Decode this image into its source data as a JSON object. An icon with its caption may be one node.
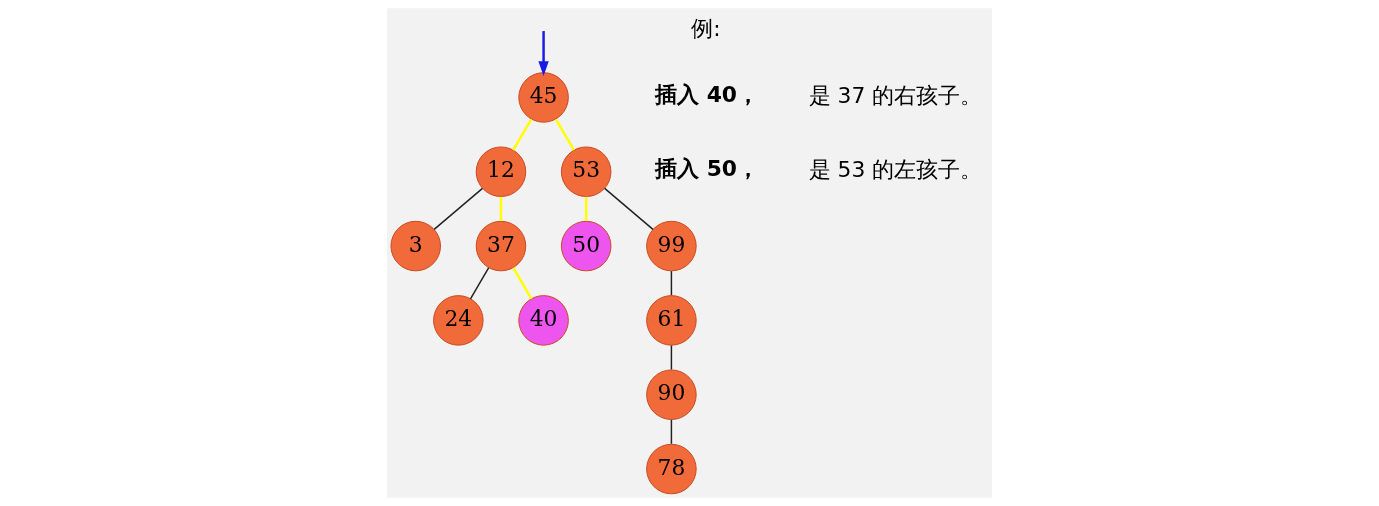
{
  "diagram": {
    "nodes": [
      {
        "text": [
          "45"
        ]
      },
      {
        "text": [
          "12"
        ]
      },
      {
        "text": [
          "53"
        ]
      },
      {
        "text": [
          "3"
        ]
      },
      {
        "text": [
          "37"
        ]
      },
      {
        "text": [
          "50"
        ]
      },
      {
        "text": [
          "99"
        ]
      },
      {
        "text": [
          "24"
        ]
      },
      {
        "text": [
          "40"
        ]
      },
      {
        "text": [
          "61"
        ]
      },
      {
        "text": [
          "90"
        ]
      },
      {
        "text": [
          "78"
        ]
      }
    ],
    "edges": [
      {
        "from": null,
        "to": 0,
        "arrow": "to",
        "color": "#1a1ae6"
      },
      {
        "from": 0,
        "to": 1,
        "arrow": "none",
        "color": "#ffff00"
      },
      {
        "from": 0,
        "to": 2,
        "arrow": "none",
        "color": "#ffff00"
      },
      {
        "from": 1,
        "to": 3,
        "arrow": "none"
      },
      {
        "from": 1,
        "to": 4,
        "arrow": "none",
        "color": "#ffff00"
      },
      {
        "from": 2,
        "to": 5,
        "arrow": "none",
        "color": "#ffff00"
      },
      {
        "from": 2,
        "to": 6,
        "arrow": "none"
      },
      {
        "from": 4,
        "to": 7,
        "arrow": "none"
      },
      {
        "from": 4,
        "to": 8,
        "arrow": "none",
        "color": "#ffff00"
      },
      {
        "from": 6,
        "to": 9,
        "arrow": "none"
      },
      {
        "from": 9,
        "to": 10,
        "arrow": "none"
      },
      {
        "from": 10,
        "to": 11,
        "arrow": "none"
      }
    ],
    "labels": [
      "例:",
      "插入 40，",
      "是 37 的右孩子。",
      "插入 50，",
      "是 53 的左孩子。"
    ]
  }
}
